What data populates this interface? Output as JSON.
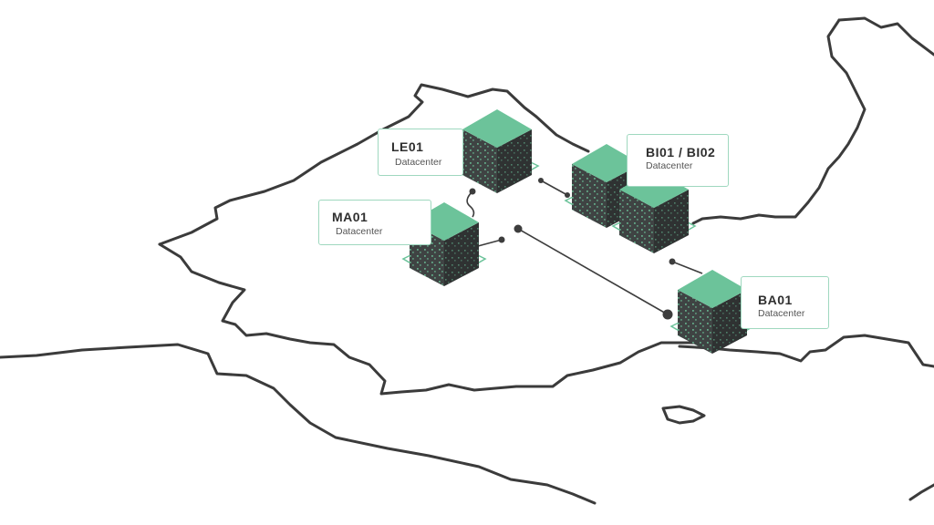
{
  "datacenters": [
    {
      "id": "LE01",
      "name": "LE01",
      "subtitle": "Datacenter"
    },
    {
      "id": "MA01",
      "name": "MA01",
      "subtitle": "Datacenter"
    },
    {
      "id": "BI01",
      "name": "BI01 / BI02",
      "subtitle": "Datacenter"
    },
    {
      "id": "BA01",
      "name": "BA01",
      "subtitle": "Datacenter"
    }
  ],
  "colors": {
    "cube_top": "#6cc39a",
    "cube_left": "#3f4343",
    "cube_right": "#2f3232",
    "pad": "#6cc39a",
    "label_border": "#9fd8bf",
    "coastline": "#3b3b3b"
  }
}
